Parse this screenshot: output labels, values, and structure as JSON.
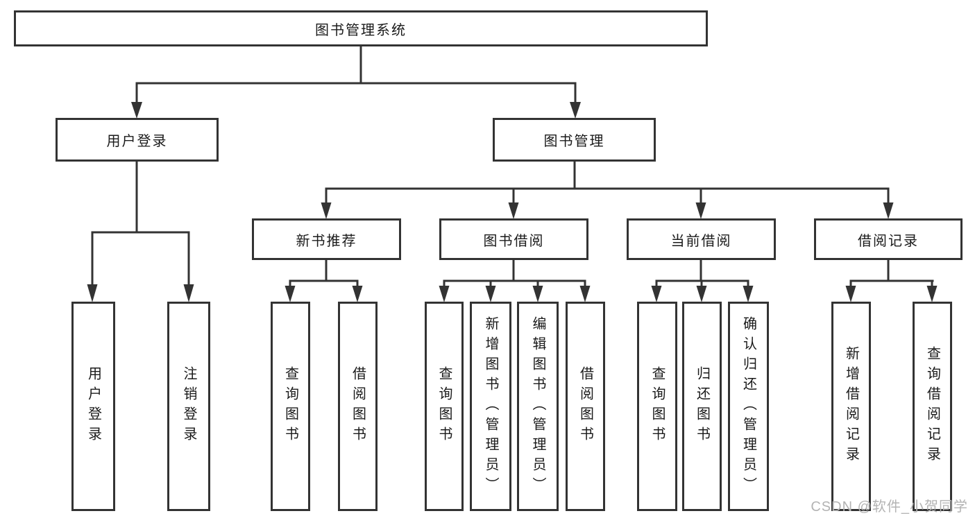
{
  "colors": {
    "line": "#333333",
    "text": "#1a1a1a",
    "watermark": "#b3b3b3",
    "background": "#ffffff"
  },
  "watermark": "CSDN @软件_小贺同学",
  "nodes": {
    "root": {
      "label": "图书管理系统"
    },
    "user_login": {
      "label": "用户登录"
    },
    "book_management": {
      "label": "图书管理"
    },
    "new_book_recommend": {
      "label": "新书推荐"
    },
    "book_borrow": {
      "label": "图书借阅"
    },
    "current_borrow": {
      "label": "当前借阅"
    },
    "borrow_records": {
      "label": "借阅记录"
    },
    "leaf_user_login": {
      "label": "用户登录"
    },
    "leaf_logout": {
      "label": "注销登录"
    },
    "leaf_query_books_1": {
      "label": "查询图书"
    },
    "leaf_borrow_books_1": {
      "label": "借阅图书"
    },
    "leaf_query_books_2": {
      "label": "查询图书"
    },
    "leaf_add_book_admin": {
      "label": "新增图书（管理员）"
    },
    "leaf_edit_book_admin": {
      "label": "编辑图书（管理员）"
    },
    "leaf_borrow_books_2": {
      "label": "借阅图书"
    },
    "leaf_query_books_3": {
      "label": "查询图书"
    },
    "leaf_return_books": {
      "label": "归还图书"
    },
    "leaf_confirm_return_admin": {
      "label": "确认归还（管理员）"
    },
    "leaf_add_borrow_record": {
      "label": "新增借阅记录"
    },
    "leaf_query_borrow_record": {
      "label": "查询借阅记录"
    }
  }
}
